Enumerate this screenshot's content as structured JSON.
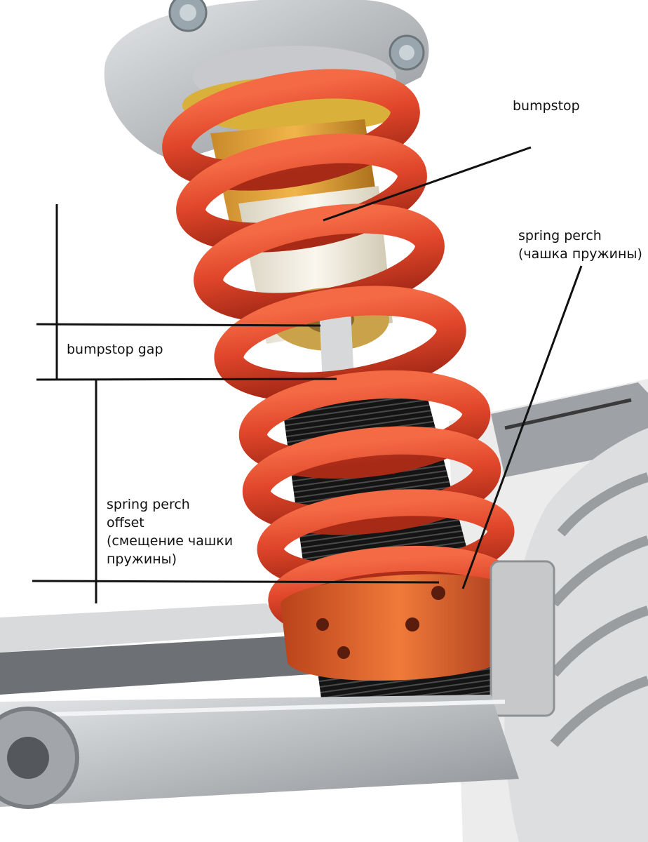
{
  "labels": {
    "bumpstop": "bumpstop",
    "spring_perch": [
      "spring perch",
      "(чашка пружины)"
    ],
    "bumpstop_gap": "bumpstop gap",
    "spring_perch_offset": [
      "spring perch",
      "offset",
      "(смещение чашки",
      "пружины)"
    ]
  },
  "colors": {
    "spring": "#e0462a",
    "spring_highlight": "#f46a45",
    "spring_shadow": "#a72a17",
    "perch": "#e86a2a",
    "threads": "#1a1a1a",
    "metal": "#b9bcbf",
    "bumpstop": "#f1ede2",
    "annotation_line": "#111111"
  },
  "icons": [
    "shock-absorber-illustration",
    "brake-disc",
    "control-arm"
  ]
}
